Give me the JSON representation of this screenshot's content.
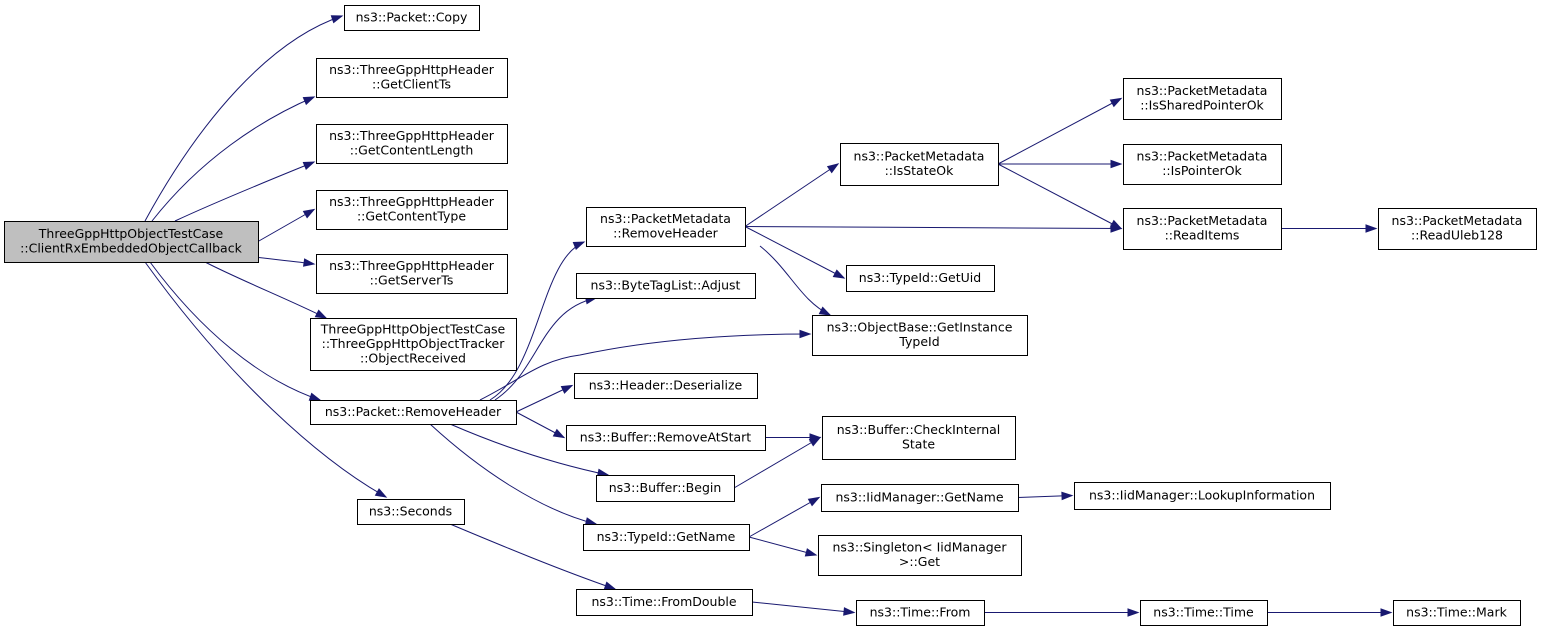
{
  "diagram": {
    "type": "call-graph",
    "colors": {
      "edge": "#191970",
      "root_fill": "#bfbfbf",
      "node_fill": "#ffffff",
      "border": "#000000"
    },
    "nodes": [
      {
        "id": "root",
        "lines": [
          "ThreeGppHttpObjectTestCase",
          "::ClientRxEmbeddedObjectCallback"
        ],
        "root": true
      },
      {
        "id": "pkt_copy",
        "lines": [
          "ns3::Packet::Copy"
        ]
      },
      {
        "id": "get_client_ts",
        "lines": [
          "ns3::ThreeGppHttpHeader",
          "::GetClientTs"
        ]
      },
      {
        "id": "get_content_length",
        "lines": [
          "ns3::ThreeGppHttpHeader",
          "::GetContentLength"
        ]
      },
      {
        "id": "get_content_type",
        "lines": [
          "ns3::ThreeGppHttpHeader",
          "::GetContentType"
        ]
      },
      {
        "id": "get_server_ts",
        "lines": [
          "ns3::ThreeGppHttpHeader",
          "::GetServerTs"
        ]
      },
      {
        "id": "object_received",
        "lines": [
          "ThreeGppHttpObjectTestCase",
          "::ThreeGppHttpObjectTracker",
          "::ObjectReceived"
        ]
      },
      {
        "id": "pkt_remove_header",
        "lines": [
          "ns3::Packet::RemoveHeader"
        ]
      },
      {
        "id": "seconds",
        "lines": [
          "ns3::Seconds"
        ]
      },
      {
        "id": "pm_remove_header",
        "lines": [
          "ns3::PacketMetadata",
          "::RemoveHeader"
        ]
      },
      {
        "id": "btl_adjust",
        "lines": [
          "ns3::ByteTagList::Adjust"
        ]
      },
      {
        "id": "header_deserialize",
        "lines": [
          "ns3::Header::Deserialize"
        ]
      },
      {
        "id": "buf_remove_at_start",
        "lines": [
          "ns3::Buffer::RemoveAtStart"
        ]
      },
      {
        "id": "buf_begin",
        "lines": [
          "ns3::Buffer::Begin"
        ]
      },
      {
        "id": "typeid_get_name",
        "lines": [
          "ns3::TypeId::GetName"
        ]
      },
      {
        "id": "time_from_double",
        "lines": [
          "ns3::Time::FromDouble"
        ]
      },
      {
        "id": "pm_is_state_ok",
        "lines": [
          "ns3::PacketMetadata",
          "::IsStateOk"
        ]
      },
      {
        "id": "typeid_get_uid",
        "lines": [
          "ns3::TypeId::GetUid"
        ]
      },
      {
        "id": "ob_get_instance_typeid",
        "lines": [
          "ns3::ObjectBase::GetInstance",
          "TypeId"
        ]
      },
      {
        "id": "buf_check_internal_state",
        "lines": [
          "ns3::Buffer::CheckInternal",
          "State"
        ]
      },
      {
        "id": "iid_get_name",
        "lines": [
          "ns3::IidManager::GetName"
        ]
      },
      {
        "id": "singleton_get",
        "lines": [
          "ns3::Singleton< IidManager",
          ">::Get"
        ]
      },
      {
        "id": "time_from",
        "lines": [
          "ns3::Time::From"
        ]
      },
      {
        "id": "pm_is_shared_pointer_ok",
        "lines": [
          "ns3::PacketMetadata",
          "::IsSharedPointerOk"
        ]
      },
      {
        "id": "pm_is_pointer_ok",
        "lines": [
          "ns3::PacketMetadata",
          "::IsPointerOk"
        ]
      },
      {
        "id": "pm_read_items",
        "lines": [
          "ns3::PacketMetadata",
          "::ReadItems"
        ]
      },
      {
        "id": "iid_lookup_information",
        "lines": [
          "ns3::IidManager::LookupInformation"
        ]
      },
      {
        "id": "time_time",
        "lines": [
          "ns3::Time::Time"
        ]
      },
      {
        "id": "pm_read_uleb128",
        "lines": [
          "ns3::PacketMetadata",
          "::ReadUleb128"
        ]
      },
      {
        "id": "time_mark",
        "lines": [
          "ns3::Time::Mark"
        ]
      }
    ],
    "edges": [
      {
        "from": "root",
        "to": "pkt_copy"
      },
      {
        "from": "root",
        "to": "get_client_ts"
      },
      {
        "from": "root",
        "to": "get_content_length"
      },
      {
        "from": "root",
        "to": "get_content_type"
      },
      {
        "from": "root",
        "to": "get_server_ts"
      },
      {
        "from": "root",
        "to": "object_received"
      },
      {
        "from": "root",
        "to": "pkt_remove_header"
      },
      {
        "from": "root",
        "to": "seconds"
      },
      {
        "from": "pkt_remove_header",
        "to": "pm_remove_header"
      },
      {
        "from": "pkt_remove_header",
        "to": "btl_adjust"
      },
      {
        "from": "pkt_remove_header",
        "to": "ob_get_instance_typeid"
      },
      {
        "from": "pkt_remove_header",
        "to": "header_deserialize"
      },
      {
        "from": "pkt_remove_header",
        "to": "buf_remove_at_start"
      },
      {
        "from": "pkt_remove_header",
        "to": "buf_begin"
      },
      {
        "from": "pkt_remove_header",
        "to": "typeid_get_name"
      },
      {
        "from": "seconds",
        "to": "time_from_double"
      },
      {
        "from": "pm_remove_header",
        "to": "pm_is_state_ok"
      },
      {
        "from": "pm_remove_header",
        "to": "pm_read_items"
      },
      {
        "from": "pm_remove_header",
        "to": "typeid_get_uid"
      },
      {
        "from": "pm_remove_header",
        "to": "ob_get_instance_typeid"
      },
      {
        "from": "pm_is_state_ok",
        "to": "pm_is_shared_pointer_ok"
      },
      {
        "from": "pm_is_state_ok",
        "to": "pm_is_pointer_ok"
      },
      {
        "from": "pm_is_state_ok",
        "to": "pm_read_items"
      },
      {
        "from": "pm_read_items",
        "to": "pm_read_uleb128"
      },
      {
        "from": "buf_remove_at_start",
        "to": "buf_check_internal_state"
      },
      {
        "from": "buf_begin",
        "to": "buf_check_internal_state"
      },
      {
        "from": "typeid_get_name",
        "to": "iid_get_name"
      },
      {
        "from": "typeid_get_name",
        "to": "singleton_get"
      },
      {
        "from": "iid_get_name",
        "to": "iid_lookup_information"
      },
      {
        "from": "time_from_double",
        "to": "time_from"
      },
      {
        "from": "time_from",
        "to": "time_time"
      },
      {
        "from": "time_time",
        "to": "time_mark"
      }
    ]
  }
}
